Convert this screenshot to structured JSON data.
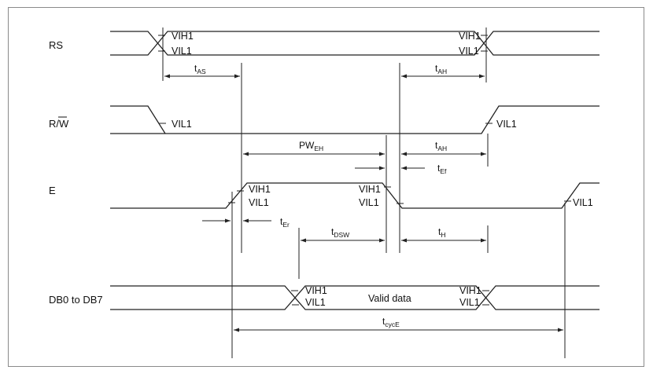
{
  "signals": {
    "rs": "RS",
    "rw": "R/W",
    "e": "E",
    "db": "DB0 to DB7"
  },
  "levels": {
    "vih1": "VIH1",
    "vil1": "VIL1"
  },
  "annotations": {
    "valid_data": "Valid data"
  },
  "timings": {
    "tas": {
      "base": "t",
      "sub": "AS"
    },
    "tah_rs": {
      "base": "t",
      "sub": "AH"
    },
    "pweh": {
      "base": "PW",
      "sub": "EH"
    },
    "tah_rw": {
      "base": "t",
      "sub": "AH"
    },
    "tef": {
      "base": "t",
      "sub": "Ef"
    },
    "ter": {
      "base": "t",
      "sub": "Er"
    },
    "tdsw": {
      "base": "t",
      "sub": "DSW"
    },
    "th": {
      "base": "t",
      "sub": "H"
    },
    "tcyce": {
      "base": "t",
      "sub": "cycE"
    }
  }
}
